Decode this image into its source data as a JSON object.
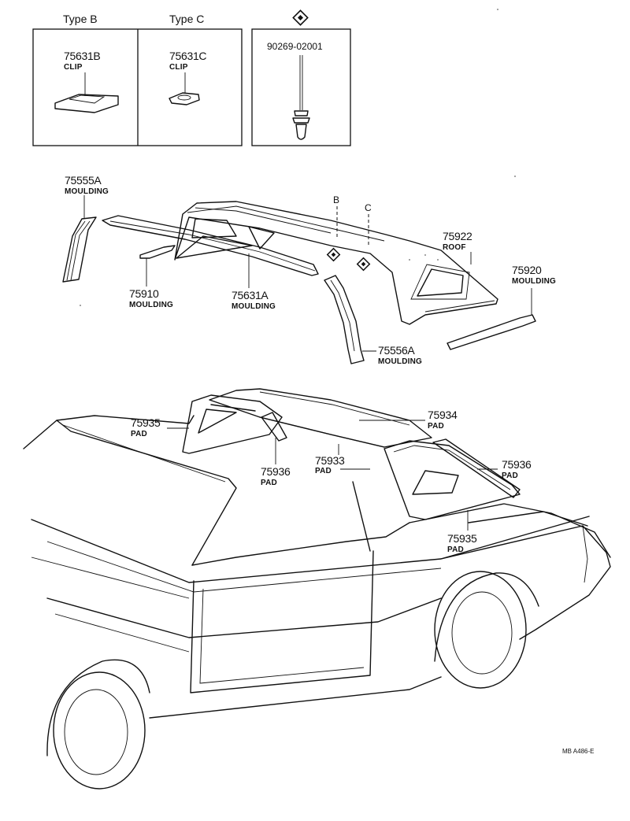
{
  "inset_boxes": {
    "type_b": {
      "header": "Type B",
      "part_no": "75631B",
      "name": "CLIP"
    },
    "type_c": {
      "header": "Type C",
      "part_no": "75631C",
      "name": "CLIP"
    },
    "fastener": {
      "part_no": "90269-02001"
    }
  },
  "parts": [
    {
      "key": "m75555a",
      "part_no": "75555A",
      "name": "MOULDING"
    },
    {
      "key": "m75910",
      "part_no": "75910",
      "name": "MOULDING"
    },
    {
      "key": "m75631a",
      "part_no": "75631A",
      "name": "MOULDING"
    },
    {
      "key": "r75922",
      "part_no": "75922",
      "name": "ROOF"
    },
    {
      "key": "m75920",
      "part_no": "75920",
      "name": "MOULDING"
    },
    {
      "key": "m75556a",
      "part_no": "75556A",
      "name": "MOULDING"
    },
    {
      "key": "p75935a",
      "part_no": "75935",
      "name": "PAD"
    },
    {
      "key": "p75934",
      "part_no": "75934",
      "name": "PAD"
    },
    {
      "key": "p75933",
      "part_no": "75933",
      "name": "PAD"
    },
    {
      "key": "p75936a",
      "part_no": "75936",
      "name": "PAD"
    },
    {
      "key": "p75936b",
      "part_no": "75936",
      "name": "PAD"
    },
    {
      "key": "p75935b",
      "part_no": "75935",
      "name": "PAD"
    }
  ],
  "section_marks": {
    "b": "B",
    "c": "C"
  },
  "footer_code": "MB  A486-E"
}
